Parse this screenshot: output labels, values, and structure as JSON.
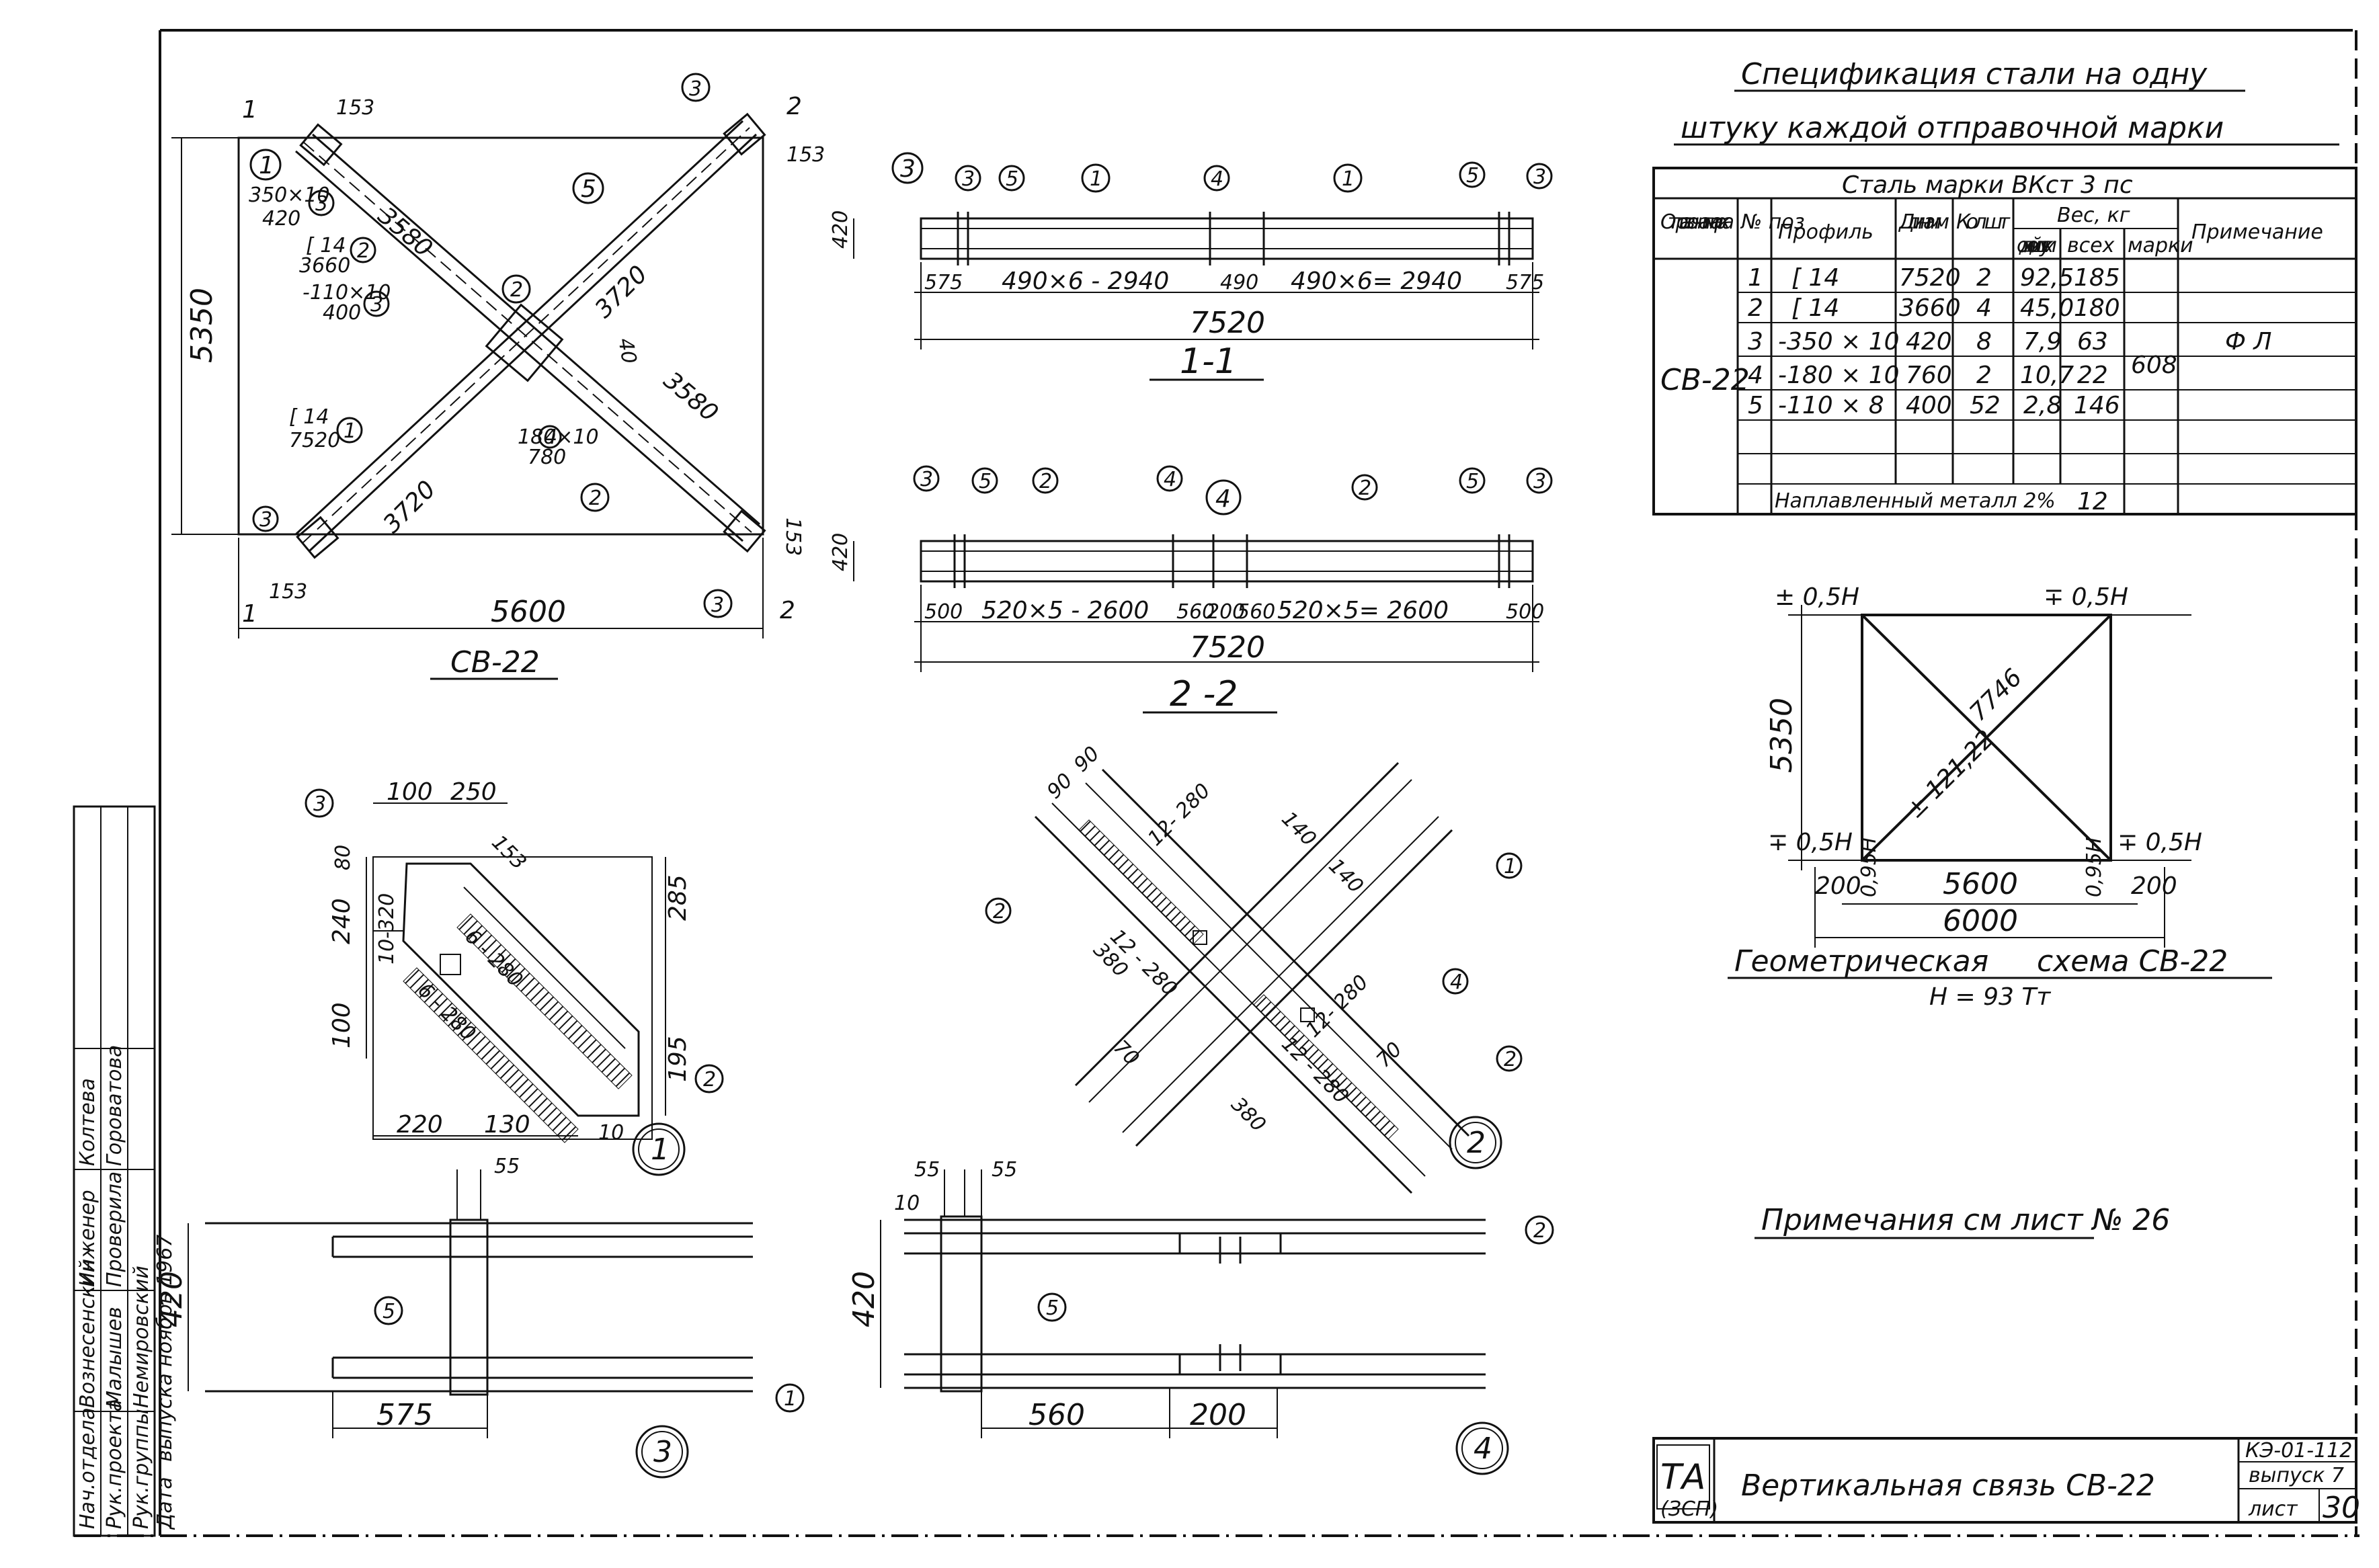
{
  "sheet": {
    "title_block": {
      "logo_letters": "ТА",
      "logo_sub": "(ЗСП)",
      "drawing_title": "Вертикальная связь СВ-22",
      "code": "КЭ-01-112",
      "issue": "выпуск 7",
      "sheet_label": "лист",
      "sheet_number": "30"
    },
    "side_stamp": {
      "rows": [
        {
          "role": "Нач.отдела",
          "name": "Вознесенский"
        },
        {
          "role": "Рук.проекта",
          "name": "Малышев"
        },
        {
          "role": "Рук.группы",
          "name": "Немировский"
        },
        {
          "role": "Инженер",
          "name": "Колтева"
        },
        {
          "role": "Проверила",
          "name": "Гороватова"
        },
        {
          "role": "Дата",
          "name": "выпуска ноябрь 1967"
        }
      ]
    }
  },
  "main_view": {
    "caption": "СВ-22",
    "width": "5600",
    "height": "5350",
    "diag_top": "3580",
    "diag_mid": "3580",
    "len_a": "3720",
    "len_b": "3720",
    "offset": "153",
    "plate_1_label": "350×10",
    "plate_1_len": "420",
    "channel_label": "[ 14",
    "channel_len": "3660",
    "channel2_label": "[ 14",
    "channel2_len": "7520",
    "pad_label": "-110×10",
    "pad_len": "400",
    "plate_4_label": "180×10",
    "plate_4_len": "780",
    "cut_1": "1",
    "cut_2": "2",
    "mark_1": "1",
    "mark_2": "2",
    "mark_3": "3",
    "mark_4": "4",
    "mark_5": "5",
    "dim_40": "40"
  },
  "section_11": {
    "caption": "1-1",
    "total": "7520",
    "d1": "575",
    "d2": "490×6 - 2940",
    "d3": "490",
    "d4": "490×6= 2940",
    "d5": "575",
    "h": "420"
  },
  "section_22": {
    "caption": "2 -2",
    "total": "7520",
    "d1": "500",
    "d2": "520×5 - 2600",
    "d3": "560",
    "d4": "200",
    "d5": "560",
    "d6": "520×5= 2600",
    "d7": "500",
    "h": "420"
  },
  "spec": {
    "title_line1": "Спецификация стали на одну",
    "title_line2": "штуку каждой отправочной марки",
    "steel": "Сталь марки ВКст 3 пс",
    "headers": {
      "mark": "Отправочная марка",
      "pos": "№ поз",
      "profile": "Профиль",
      "length": "Длина мм",
      "qty": "Кол шт",
      "weight": "Вес, кг",
      "w_piece": "одной штуки",
      "w_all": "всех",
      "w_mark": "марки",
      "note": "Примечание"
    },
    "mark": "СВ-22",
    "mark_weight": "608",
    "note": "Ф Л",
    "rows": [
      {
        "pos": "1",
        "profile": "[ 14",
        "length": "7520",
        "qty": "2",
        "w1": "92,5",
        "wall": "185"
      },
      {
        "pos": "2",
        "profile": "[ 14",
        "length": "3660",
        "qty": "4",
        "w1": "45,0",
        "wall": "180"
      },
      {
        "pos": "3",
        "profile": "-350 × 10",
        "length": "420",
        "qty": "8",
        "w1": "7,9",
        "wall": "63"
      },
      {
        "pos": "4",
        "profile": "-180 × 10",
        "length": "760",
        "qty": "2",
        "w1": "10,7",
        "wall": "22"
      },
      {
        "pos": "5",
        "profile": "-110 × 8",
        "length": "400",
        "qty": "52",
        "w1": "2,8",
        "wall": "146"
      }
    ],
    "weld_label": "Наплавленный металл 2%",
    "weld_value": "12"
  },
  "scheme": {
    "caption_left": "Геометрическая",
    "caption_right": "схема СВ-22",
    "subcaption": "Н = 93 Тт",
    "f1": "± 0,5Н",
    "f2": "∓ 0,5Н",
    "f3": "∓ 0,5Н",
    "f4": "∓ 0,5Н",
    "height": "5350",
    "width": "5600",
    "total": "6000",
    "margin_l": "200",
    "margin_r": "200",
    "diag_len": "7746",
    "diag_force": "± 121,22",
    "v_l": "0,95Н",
    "v_r": "0,95Н"
  },
  "notes": "Примечания см лист № 26",
  "detail1": {
    "num": "1",
    "d100": "100",
    "d250": "250",
    "d153": "153",
    "d80": "80",
    "d240": "240",
    "weld1": "10-320",
    "d100b": "100",
    "d285": "285",
    "d195": "195",
    "weld2": "6 - 280",
    "weld3": "6 - 280",
    "d220": "220",
    "d130": "130",
    "d10": "10",
    "m3": "3",
    "m2": "2"
  },
  "detail2": {
    "num": "2",
    "d90a": "90",
    "d90b": "90",
    "d140a": "140",
    "d140b": "140",
    "w1": "12- 280",
    "w2": "12 - 280",
    "w3": "12- 280",
    "w4": "12 - 280",
    "d380a": "380",
    "d380b": "380",
    "d70a": "70",
    "d70b": "70",
    "m1": "1",
    "m2a": "2",
    "m2b": "2",
    "m4": "4"
  },
  "detail3": {
    "num": "3",
    "d55": "55",
    "d420": "420",
    "d575": "575",
    "m5": "5",
    "m1": "1"
  },
  "detail4": {
    "num": "4",
    "d55a": "55",
    "d55b": "55",
    "d10": "10",
    "d420": "420",
    "d560": "560",
    "d200": "200",
    "m5": "5",
    "m2": "2"
  }
}
